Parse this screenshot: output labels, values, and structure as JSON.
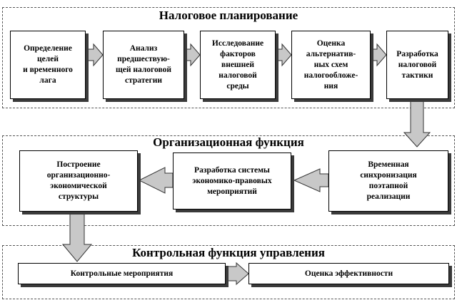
{
  "sections": {
    "planning": {
      "title": "Налоговое планирование"
    },
    "organization": {
      "title": "Организационная функция"
    },
    "control": {
      "title": "Контрольная функция управления"
    }
  },
  "boxes": {
    "b1": "Определение\nцелей\nи временного\nлага",
    "b2": "Анализ\nпредшествую-\nщей налоговой\nстратегии",
    "b3": "Исследование\nфакторов\nвнешней\nналоговой\nсреды",
    "b4": "Оценка\nальтернатив-\nных схем\nналогообложе-\nния",
    "b5": "Разработка\nналоговой\nтактики",
    "b6": "Временная\nсинхронизация\nпоэтапной\nреализации",
    "b7": "Разработка системы\nэкономико-правовых\nмероприятий",
    "b8": "Построение\nорганизационно-\nэкономической\nструктуры",
    "b9": "Контрольные мероприятия",
    "b10": "Оценка эффективности"
  }
}
